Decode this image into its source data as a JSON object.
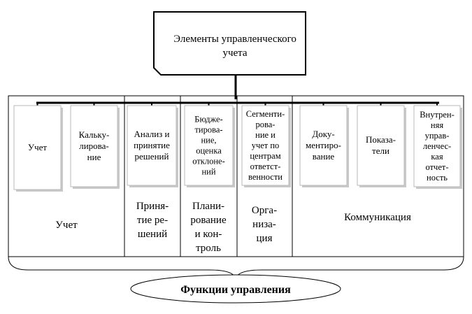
{
  "root": {
    "lines": [
      "Элементы управленческого",
      "учета"
    ]
  },
  "elements": [
    {
      "lines": [
        "Учет"
      ]
    },
    {
      "lines": [
        "Кальку-",
        "лирова-",
        "ние"
      ]
    },
    {
      "lines": [
        "Анализ и",
        "принятие",
        "решений"
      ]
    },
    {
      "lines": [
        "Бюдже-",
        "тирова-",
        "ние,",
        "оценка",
        "отклоне-",
        "ний"
      ]
    },
    {
      "lines": [
        "Сегменти-",
        "рова-",
        "ние и",
        "учет по",
        "центрам",
        "ответст-",
        "венности"
      ]
    },
    {
      "lines": [
        "Доку-",
        "ментиро-",
        "вание"
      ]
    },
    {
      "lines": [
        "Показа-",
        "тели"
      ]
    },
    {
      "lines": [
        "Внутрен-",
        "няя",
        "управ-",
        "ленчес-",
        "кая",
        "отчет-",
        "ность"
      ]
    }
  ],
  "functions": [
    {
      "lines": [
        "Учет"
      ]
    },
    {
      "lines": [
        "Приня-",
        "тие ре-",
        "шений"
      ]
    },
    {
      "lines": [
        "Плани-",
        "рование",
        "и кон-",
        "троль"
      ]
    },
    {
      "lines": [
        "Орга-",
        "низа-",
        "ция"
      ]
    },
    {
      "lines": [
        "Коммуникация"
      ]
    }
  ],
  "footer": {
    "label": "Функции управления"
  }
}
